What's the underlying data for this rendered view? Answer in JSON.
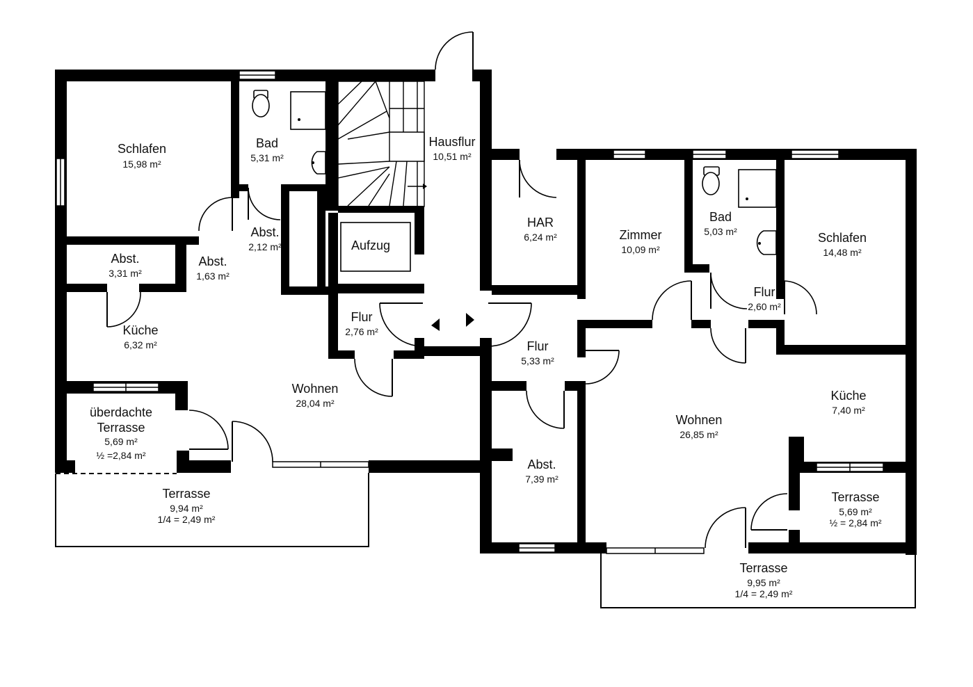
{
  "plan": {
    "rooms_left": [
      {
        "id": "schlafen-left",
        "name": "Schlafen",
        "area": "15,98 m²"
      },
      {
        "id": "bad-left",
        "name": "Bad",
        "area": "5,31 m²"
      },
      {
        "id": "hausflur",
        "name": "Hausflur",
        "area": "10,51 m²"
      },
      {
        "id": "abst-212",
        "name": "Abst.",
        "area": "2,12 m²"
      },
      {
        "id": "abst-331",
        "name": "Abst.",
        "area": "3,31 m²"
      },
      {
        "id": "abst-163",
        "name": "Abst.",
        "area": "1,63 m²"
      },
      {
        "id": "aufzug",
        "name": "Aufzug",
        "area": ""
      },
      {
        "id": "kueche-left",
        "name": "Küche",
        "area": "6,32 m²"
      },
      {
        "id": "flur-276",
        "name": "Flur",
        "area": "2,76 m²"
      },
      {
        "id": "wohnen-left",
        "name": "Wohnen",
        "area": "28,04 m²"
      },
      {
        "id": "ueberdachte-terrasse",
        "name1": "überdachte",
        "name2": "Terrasse",
        "area1": "5,69 m²",
        "area2": "½ =2,84 m²"
      },
      {
        "id": "terrasse-left",
        "name": "Terrasse",
        "area1": "9,94 m²",
        "area2": "1/4 = 2,49 m²"
      }
    ],
    "rooms_right": [
      {
        "id": "har",
        "name": "HAR",
        "area": "6,24 m²"
      },
      {
        "id": "zimmer",
        "name": "Zimmer",
        "area": "10,09 m²"
      },
      {
        "id": "bad-right",
        "name": "Bad",
        "area": "5,03 m²"
      },
      {
        "id": "schlafen-right",
        "name": "Schlafen",
        "area": "14,48 m²"
      },
      {
        "id": "flur-260",
        "name": "Flur",
        "area": "2,60 m²"
      },
      {
        "id": "flur-533",
        "name": "Flur",
        "area": "5,33 m²"
      },
      {
        "id": "kueche-right",
        "name": "Küche",
        "area": "7,40 m²"
      },
      {
        "id": "wohnen-right",
        "name": "Wohnen",
        "area": "26,85 m²"
      },
      {
        "id": "abst-739",
        "name": "Abst.",
        "area": "7,39 m²"
      },
      {
        "id": "terrasse-small",
        "name": "Terrasse",
        "area1": "5,69 m²",
        "area2": "½ = 2,84 m²"
      },
      {
        "id": "terrasse-right",
        "name": "Terrasse",
        "area1": "9,95 m²",
        "area2": "1/4 = 2,49 m²"
      }
    ]
  },
  "icons": [
    "toilet-icon",
    "shower-icon",
    "sink-icon",
    "elevator-door-arrows-icon",
    "staircase-icon"
  ]
}
